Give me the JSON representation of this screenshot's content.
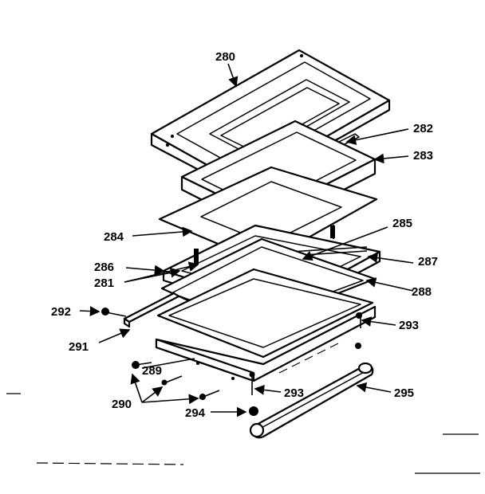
{
  "labels": {
    "l280": "280",
    "l282": "282",
    "l283": "283",
    "l284": "284",
    "l285": "285",
    "l286": "286",
    "l281": "281",
    "l287": "287",
    "l288": "288",
    "l292": "292",
    "l291": "291",
    "l293a": "293",
    "l289": "289",
    "l290": "290",
    "l293b": "293",
    "l294": "294",
    "l295": "295"
  }
}
